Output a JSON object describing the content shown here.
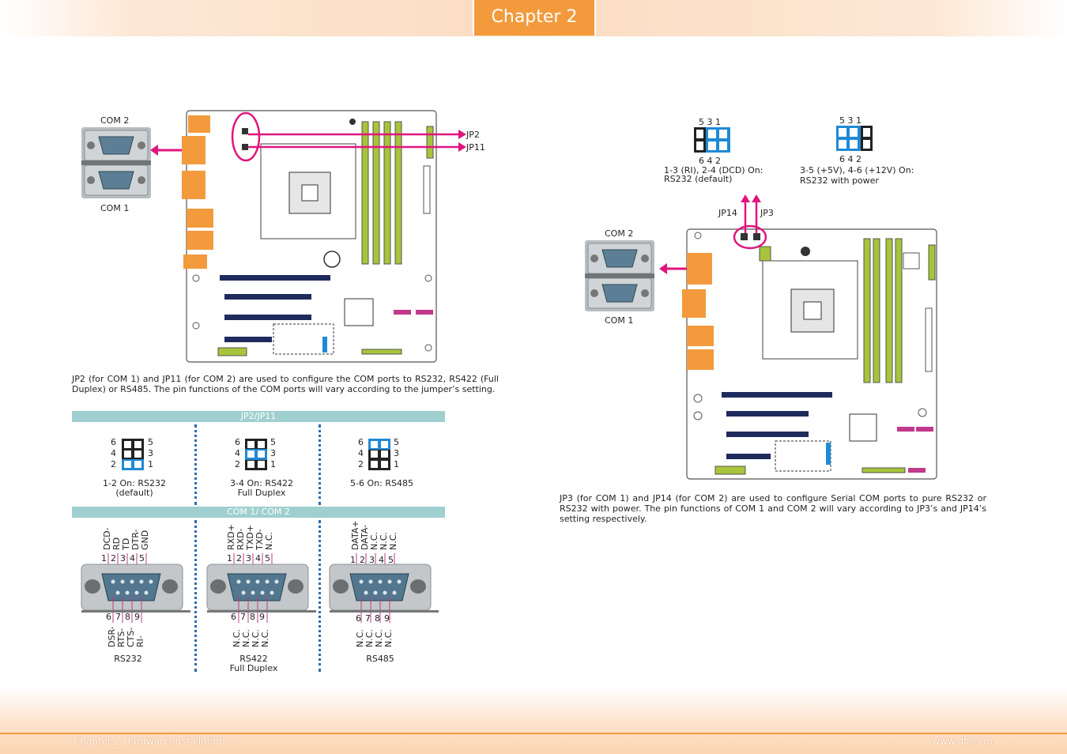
{
  "header": {
    "chapter_tab": "Chapter 2"
  },
  "footer": {
    "left": "Chapter 2 Hardware Installation",
    "right": "www.dfi.com"
  },
  "left_figure": {
    "com2_label": "COM 2",
    "com1_label": "COM 1",
    "jp2_label": "JP2",
    "jp11_label": "JP11"
  },
  "left_description": "JP2 (for COM 1) and JP11 (for COM 2) are used to configure the COM ports to RS232, RS422 (Full Duplex) or RS485. The pin functions of the COM ports will vary according to the jumper’s setting.",
  "jumper_table": {
    "header": "JP2/JP11",
    "pin_left": [
      "6",
      "4",
      "2"
    ],
    "pin_right": [
      "5",
      "3",
      "1"
    ],
    "options": [
      {
        "line1": "1-2 On: RS232",
        "line2": "(default)"
      },
      {
        "line1": "3-4 On: RS422",
        "line2": "Full Duplex"
      },
      {
        "line1": "5-6 On: RS485",
        "line2": ""
      }
    ]
  },
  "com_table": {
    "header": "COM 1/ COM 2",
    "top_numbers": [
      "1",
      "2",
      "3",
      "4",
      "5"
    ],
    "bottom_numbers": [
      "6",
      "7",
      "8",
      "9"
    ],
    "connectors": [
      {
        "name": "RS232",
        "name2": "",
        "top": [
          "DCD-",
          "RD",
          "TD",
          "DTR-",
          "GND"
        ],
        "bottom": [
          "DSR-",
          "RTS-",
          "CTS-",
          "RI-"
        ]
      },
      {
        "name": "RS422",
        "name2": "Full Duplex",
        "top": [
          "RXD+",
          "RXD-",
          "TXD+",
          "TXD-",
          "N.C."
        ],
        "bottom": [
          "N.C.",
          "N.C.",
          "N.C.",
          "N.C."
        ]
      },
      {
        "name": "RS485",
        "name2": "",
        "top": [
          "DATA+",
          "DATA-",
          "N.C.",
          "N.C.",
          "N.C."
        ],
        "bottom": [
          "N.C.",
          "N.C.",
          "N.C.",
          "N.C."
        ]
      }
    ]
  },
  "right_figure": {
    "opt1_top_pins": "5  3  1",
    "opt1_bottom_pins": "6  4  2",
    "opt1_line1": "1-3 (RI), 2-4  (DCD) On:",
    "opt1_line2": "RS232 (default)",
    "opt2_top_pins": "5  3  1",
    "opt2_bottom_pins": "6  4  2",
    "opt2_line1": "3-5 (+5V), 4-6 (+12V) On:",
    "opt2_line2": "RS232 with power",
    "jp14_label": "JP14",
    "jp3_label": "JP3",
    "com2_label": "COM 2",
    "com1_label": "COM 1"
  },
  "right_description": "JP3 (for COM 1) and JP14 (for COM 2) are used to configure Serial COM ports to pure RS232 or RS232 with power. The pin functions of COM 1 and COM 2 will vary according to JP3’s and JP14’s setting respectively.",
  "colors": {
    "accent_orange": "#f29a3c",
    "teal_band": "#9fcfcf",
    "magenta": "#e0157f",
    "jumper_blue": "#1f8ad6",
    "dimm_green": "#a8c43c"
  }
}
